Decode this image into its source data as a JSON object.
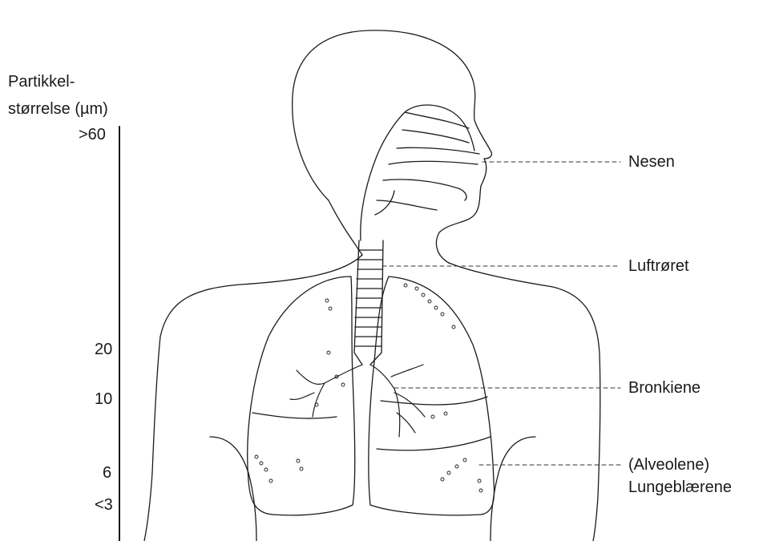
{
  "scale": {
    "title_line1": "Partikkel-",
    "title_line2": "størrelse (µm)",
    "ticks": [
      ">60",
      "20",
      "10",
      "6",
      "<3"
    ]
  },
  "labels": {
    "nose": "Nesen",
    "trachea": "Luftrøret",
    "bronchi": "Bronkiene",
    "alveoli_line1": "(Alveolene)",
    "alveoli_line2": "Lungeblærene"
  },
  "colors": {
    "line": "#1a1a1a",
    "leader": "#333333"
  }
}
